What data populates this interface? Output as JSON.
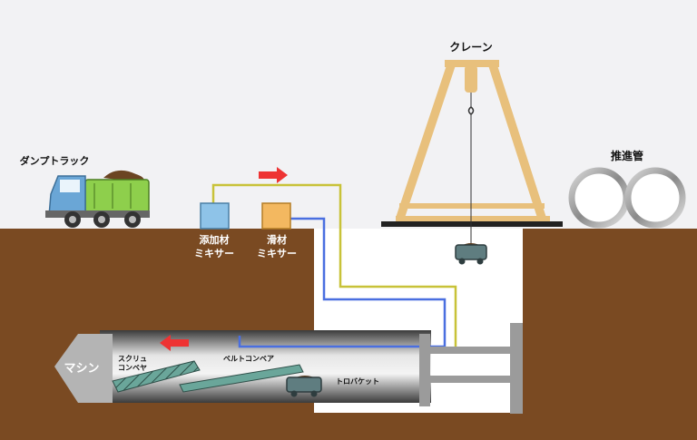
{
  "labels": {
    "dump_truck": "ダンプトラック",
    "crane": "クレーン",
    "pipes": "推進管",
    "additive_mixer_1": "添加材",
    "additive_mixer_2": "ミキサー",
    "lubricant_mixer_1": "滑材",
    "lubricant_mixer_2": "ミキサー",
    "machine": "マシン",
    "screw_conveyor_1": "スクリュ",
    "screw_conveyor_2": "コンベヤ",
    "belt_conveyor": "ベルトコンベア",
    "bucket_cart": "トロバケット"
  },
  "colors": {
    "sky": "#f2f2f4",
    "soil": "#7a4a22",
    "shaft": "#ffffff",
    "crane": "#e8c07c",
    "additive_line": "#c8c238",
    "lubricant_line": "#4a6fe0",
    "arrow": "#ee3333",
    "additive_mixer": "#8ec3e8",
    "lubricant_mixer": "#f3b860",
    "truck_cab": "#6aa6d6",
    "truck_bed": "#8ecf4c",
    "bucket": "#5f7d80",
    "machine": "#b4b4b4",
    "conveyor": "#6aa69a"
  }
}
